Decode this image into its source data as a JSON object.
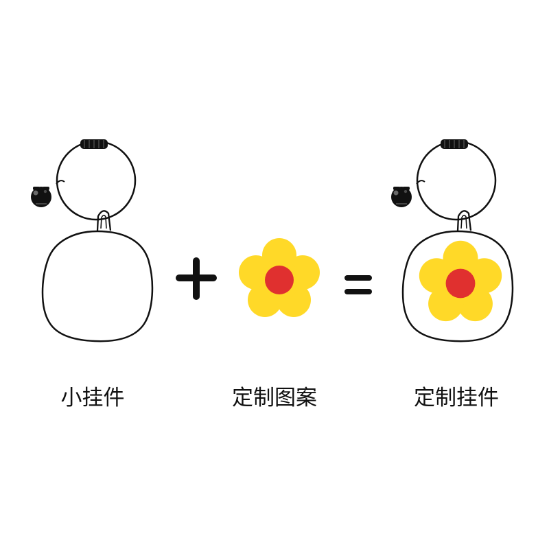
{
  "labels": {
    "keychain": "小挂件",
    "pattern": "定制图案",
    "result": "定制挂件"
  },
  "icons": {
    "plus": "plus-sign",
    "equals": "equals-sign",
    "flower": "flower-pattern",
    "bell": "bell-charm",
    "ring": "key-ring"
  },
  "colors": {
    "petal": "#FFD928",
    "center": "#E0302F",
    "outline": "#111111",
    "background": "#FFFFFF"
  }
}
